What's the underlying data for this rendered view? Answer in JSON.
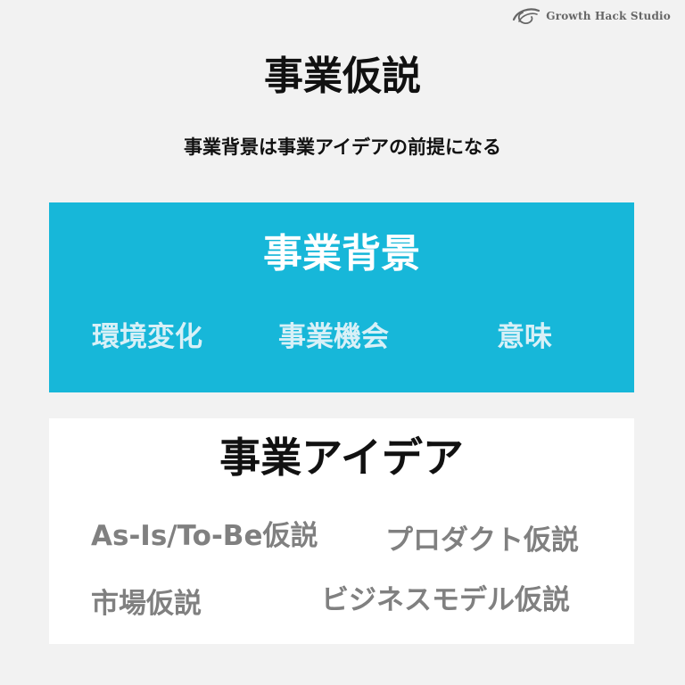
{
  "brand": {
    "logo_text": "Growth Hack Studio",
    "icon": "swoosh-logo-icon"
  },
  "title": "事業仮説",
  "subtitle": "事業背景は事業アイデアの前提になる",
  "background_panel": {
    "heading": "事業背景",
    "items": [
      "環境変化",
      "事業機会",
      "意味"
    ],
    "color": "#17b7d9"
  },
  "idea_panel": {
    "heading": "事業アイデア",
    "items": [
      "As-Is/To-Be仮説",
      "プロダクト仮説",
      "市場仮説",
      "ビジネスモデル仮説"
    ],
    "color": "#ffffff"
  }
}
